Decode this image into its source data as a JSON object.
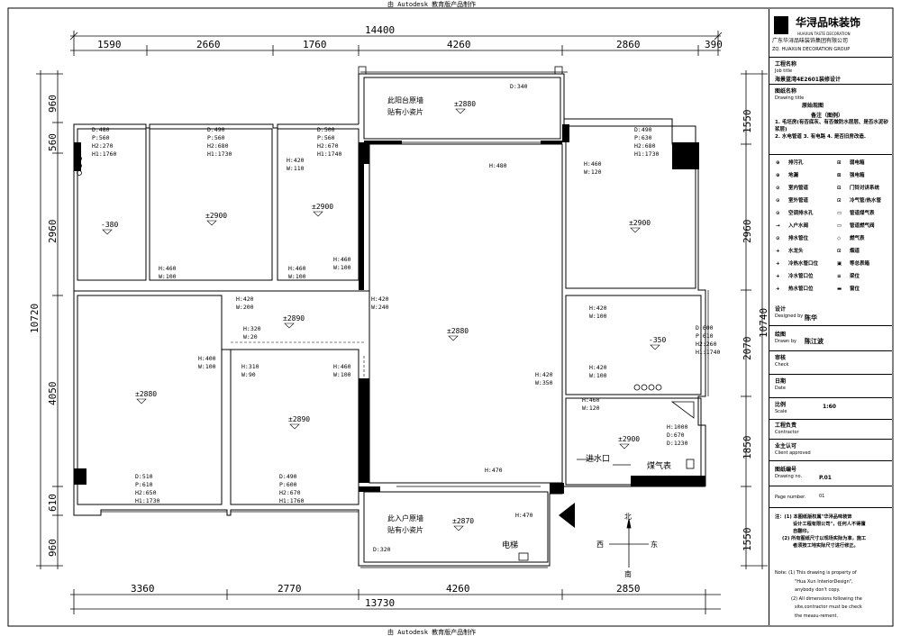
{
  "header": {
    "top_stamp": "由 Autodesk 教育版产品制作",
    "bottom_stamp": "由 Autodesk 教育版产品制作"
  },
  "dims": {
    "top_total": "14400",
    "top": [
      "1590",
      "2660",
      "1760",
      "4260",
      "2860",
      "390"
    ],
    "bottom_total": "13730",
    "bottom": [
      "3360",
      "2770",
      "4260",
      "2850"
    ],
    "left_total": "10720",
    "left": [
      "960",
      "560",
      "2960",
      "4050",
      "610",
      "960"
    ],
    "right_total": "10740",
    "right": [
      "1550",
      "2960",
      "2070",
      "1850",
      "1550"
    ]
  },
  "rooms": {
    "balcony_top_note": [
      "此阳台原墙",
      "贴有小瓷片"
    ],
    "balcony_top_level": "±2880",
    "balcony_top_d": "D:340",
    "balcony_bottom_note": [
      "此入户原墙",
      "贴有小瓷片"
    ],
    "balcony_bottom_level": "±2870",
    "balcony_bottom_d": "D:320",
    "elevator": "电梯",
    "room_a": {
      "info": [
        "D:480",
        "P:560",
        "H2:270",
        "H1:1760"
      ],
      "level": "-380"
    },
    "room_b": {
      "info": [
        "D:490",
        "P:560",
        "H2:680",
        "H1:1730"
      ],
      "level": "±2900",
      "h": "H:460",
      "w": "W:100"
    },
    "room_c": {
      "info": [
        "D:500",
        "P:560",
        "H2:670",
        "H1:1740"
      ],
      "level": "±2900",
      "h_top": "H:420",
      "w_top": "W:110",
      "h": "H:460",
      "w": "W:100",
      "h2": "H:460",
      "w2": "W:100"
    },
    "corridor": {
      "level": "±2890",
      "h1": "H:420",
      "w1": "W:200",
      "h2": "H:320",
      "w2": "W:20",
      "h3": "H:420",
      "w3": "W:240"
    },
    "bedroom_bl": {
      "info": [
        "D:510",
        "P:610",
        "H2:650",
        "H1:1730"
      ],
      "level": "±2880",
      "h": "H:400",
      "w": "W:100"
    },
    "bedroom_bm": {
      "info": [
        "D:490",
        "P:600",
        "H2:670",
        "H1:1760"
      ],
      "level": "±2890",
      "h": "H:310",
      "w": "W:90",
      "h2": "H:460",
      "w2": "W:100"
    },
    "living": {
      "level": "±2880",
      "h_top": "H:480",
      "h_bottom": "H:470",
      "h_right": "H:420",
      "w_right": "W:350"
    },
    "room_tr": {
      "info": [
        "D:490",
        "P:630",
        "H2:680",
        "H1:1730"
      ],
      "level": "±2900",
      "h": "H:460",
      "w": "W:120"
    },
    "kitchen": {
      "info": [
        "D:600",
        "P:610",
        "H2:260",
        "H1:1740"
      ],
      "level": "-350",
      "h1": "H:420",
      "w1": "W:100",
      "h2": "H:420",
      "w2": "W:100"
    },
    "utility": {
      "level": "±2900",
      "h": "H:460",
      "w": "W:120",
      "box": [
        "H:1000",
        "D:670",
        "D:1230"
      ],
      "inlet": "进水口",
      "gas_meter": "煤气表",
      "h_entry": "H:470"
    }
  },
  "compass": {
    "west": "西",
    "east": "东",
    "north": "北",
    "south": "南"
  },
  "titleblock": {
    "brand": "华浔品味装饰",
    "brand_en": "HUAXUN TASTE DECORATION",
    "company": "广东华浔品味装饰集团有限公司",
    "company_en": "ZQ. HUAXUN DECORATION GROUP",
    "job_title_label": "工程名称",
    "job_title_en": "Job title",
    "job_title_value": "海景蓝湾4E2601装修设计",
    "drawing_title_label": "图纸名称",
    "drawing_title_en": "Drawing title",
    "drawing_title_value": "原始现图",
    "legend_title": "备注（图例）",
    "legend_notes": [
      "1. 毛坯房(有否底灰、有否做防水层层、是否水泥砂浆层)",
      "2. 水电管道 3. 有电路 4. 是否旧房改造."
    ],
    "legend_items": [
      [
        "⊕",
        "排污孔",
        "⊞",
        "弱电箱"
      ],
      [
        "⊕",
        "地漏",
        "⊠",
        "强电箱"
      ],
      [
        "⊙",
        "室内管道",
        "⊟",
        "门铃对讲系统"
      ],
      [
        "⊙",
        "室外管道",
        "⊡",
        "冷气管/热水管"
      ],
      [
        "⊙",
        "空调排水孔",
        "▭",
        "管道煤气表"
      ],
      [
        "→",
        "入户水阀",
        "▭",
        "管道燃气阀"
      ],
      [
        "⊙",
        "排水管位",
        "◇",
        "燃气表"
      ],
      [
        "+",
        "水龙头",
        "⊡",
        "烟道"
      ],
      [
        "+",
        "冷热水管口位",
        "▣",
        "等总表箱"
      ],
      [
        "+",
        "冷水管口位",
        "≡",
        "梁位"
      ],
      [
        "+",
        "热水管口位",
        "▬",
        "窗位"
      ]
    ],
    "designer_label": "设计",
    "designer_en": "Designed by",
    "designer_value": "陈华",
    "drawn_label": "绘图",
    "drawn_en": "Drawn by",
    "drawn_value": "陈江波",
    "check_label": "审核",
    "check_en": "Check",
    "date_label": "日期",
    "date_en": "Date",
    "scale_label": "比例",
    "scale_en": "Scale",
    "scale_value": "1:60",
    "contractor_label": "工程负责",
    "contractor_en": "Contractor",
    "approved_label": "业主认可",
    "approved_en": "Client approved",
    "drawing_no_label": "图纸编号",
    "drawing_no_en": "Drawing no.",
    "drawing_no_value": "P.01",
    "page_label": "Page number.",
    "page_value": "01",
    "notes_cn": [
      "注：(1) 本图纸版权属\"华浔品味装饰",
      "设计工程有限公司\"，任何人不得擅",
      "自翻印。",
      "(2) 所有图纸尺寸以现场实际为准，施工",
      "者须按工地实际尺寸进行修正。"
    ],
    "notes_en": [
      "Note: (1) This drawing is property of",
      "\"Hua Xun InteriorDesign\",",
      "anybody don't copy.",
      "(2) All dimensions following the",
      "site,contractor must be check",
      "the measu-rement."
    ]
  }
}
